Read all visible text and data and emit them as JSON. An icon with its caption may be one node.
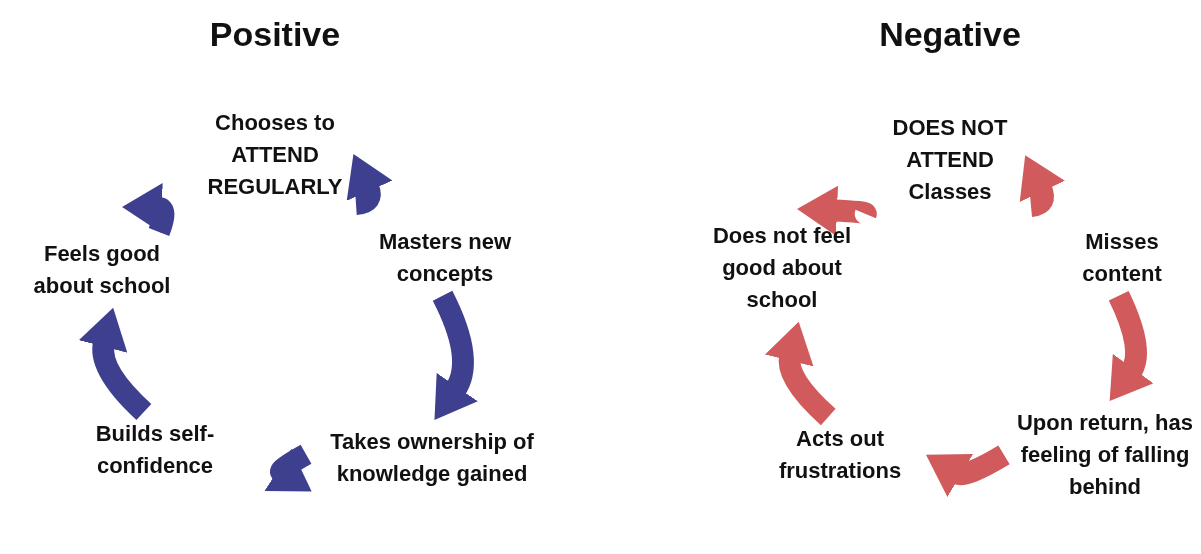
{
  "diagram": {
    "nodes": [
      {
        "text": [
          "Chooses to ATTEND REGULARLY"
        ]
      },
      {
        "text": [
          "Masters new concepts"
        ]
      },
      {
        "text": [
          "Takes ownership of knowledge gained"
        ]
      },
      {
        "text": [
          "Builds self-confidence"
        ]
      },
      {
        "text": [
          "Feels good about school"
        ]
      },
      {
        "text": [
          "DOES NOT ATTEND Classes"
        ]
      },
      {
        "text": [
          "Misses content"
        ]
      },
      {
        "text": [
          "Upon return, has feeling of falling behind"
        ]
      },
      {
        "text": [
          "Acts out frustrations"
        ]
      },
      {
        "text": [
          "Does not feel good about school"
        ]
      }
    ],
    "edges": [
      {
        "from": 0,
        "to": 1,
        "arrow": "to",
        "color": "#3f3f8f"
      },
      {
        "from": 1,
        "to": 2,
        "arrow": "to",
        "color": "#3f3f8f"
      },
      {
        "from": 2,
        "to": 3,
        "arrow": "to",
        "color": "#3f3f8f"
      },
      {
        "from": 3,
        "to": 4,
        "arrow": "to",
        "color": "#3f3f8f"
      },
      {
        "from": 4,
        "to": 0,
        "arrow": "to",
        "color": "#3f3f8f"
      },
      {
        "from": 5,
        "to": 6,
        "arrow": "to",
        "color": "#d05a5c"
      },
      {
        "from": 6,
        "to": 7,
        "arrow": "to",
        "color": "#d05a5c"
      },
      {
        "from": 7,
        "to": 8,
        "arrow": "to",
        "color": "#d05a5c"
      },
      {
        "from": 8,
        "to": 9,
        "arrow": "to",
        "color": "#d05a5c"
      },
      {
        "from": 9,
        "to": 5,
        "arrow": "to",
        "color": "#d05a5c"
      }
    ],
    "labels": [
      "Positive",
      "Negative"
    ]
  }
}
